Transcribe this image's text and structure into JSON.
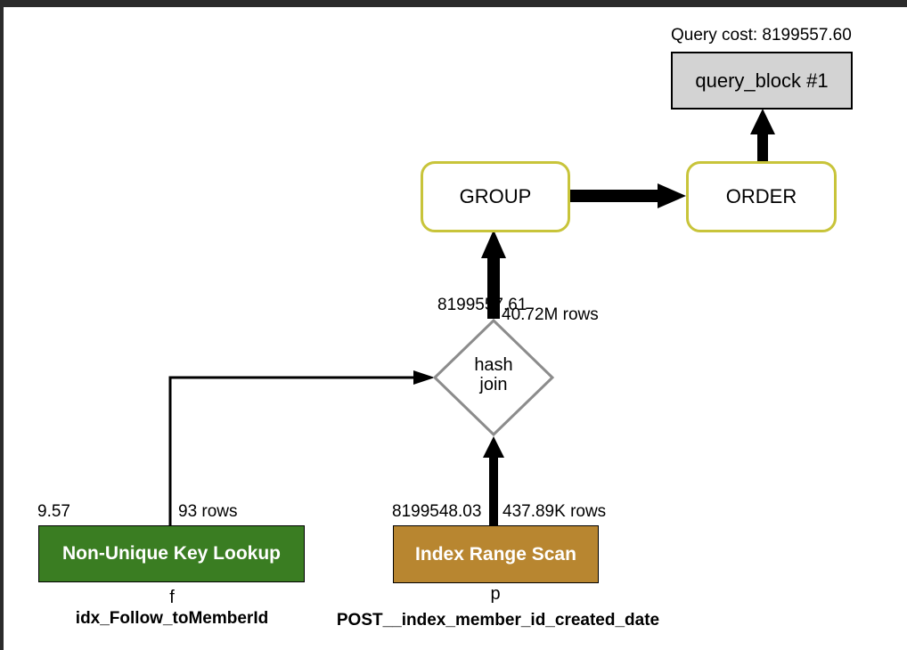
{
  "query_cost_label": "Query cost: 8199557.60",
  "nodes": {
    "query_block": "query_block #1",
    "group": "GROUP",
    "order": "ORDER",
    "hash_join_line1": "hash",
    "hash_join_line2": "join",
    "lookup": "Non-Unique Key Lookup",
    "range_scan": "Index Range Scan"
  },
  "edges": {
    "join_cost": "8199557.61",
    "join_rows": "40.72M rows",
    "lookup_cost": "9.57",
    "lookup_rows": "93 rows",
    "scan_cost": "8199548.03",
    "scan_rows": "437.89K rows"
  },
  "tables": {
    "lookup_alias": "f",
    "lookup_index": "idx_Follow_toMemberId",
    "scan_alias": "p",
    "scan_index": "POST__index_member_id_created_date"
  },
  "colors": {
    "operation_border": "#c8c43a",
    "lookup_fill": "#3a7d22",
    "range_scan_fill": "#b88630",
    "query_block_fill": "#d3d3d3",
    "hash_join_border": "#8c8c8c"
  }
}
